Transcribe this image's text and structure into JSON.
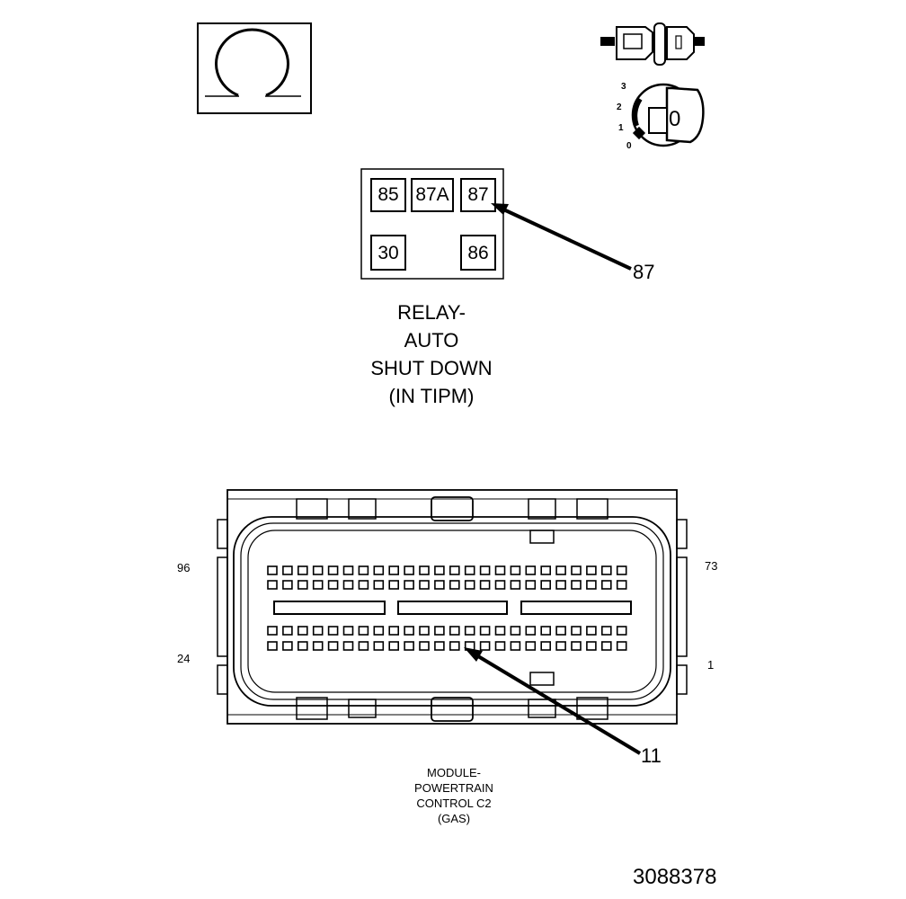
{
  "relay": {
    "pins": [
      "85",
      "87A",
      "87",
      "30",
      "86"
    ],
    "callout": "87",
    "caption": [
      "RELAY-",
      "AUTO",
      "SHUT DOWN",
      "(IN TIPM)"
    ]
  },
  "ignition_switch": {
    "positions": [
      "3",
      "2",
      "1",
      "0"
    ],
    "key_label": "0"
  },
  "pcm_connector": {
    "corner_labels": {
      "top_left": "96",
      "top_right": "73",
      "bottom_left": "24",
      "bottom_right": "1"
    },
    "callout": "11",
    "caption": [
      "MODULE-",
      "POWERTRAIN",
      "CONTROL C2",
      "(GAS)"
    ]
  },
  "figure_id": "3088378",
  "colors": {
    "line": "#000000",
    "background": "#ffffff"
  },
  "icons": [
    "omega-connector-view-icon",
    "connector-plug-icon",
    "ignition-key-icon"
  ]
}
